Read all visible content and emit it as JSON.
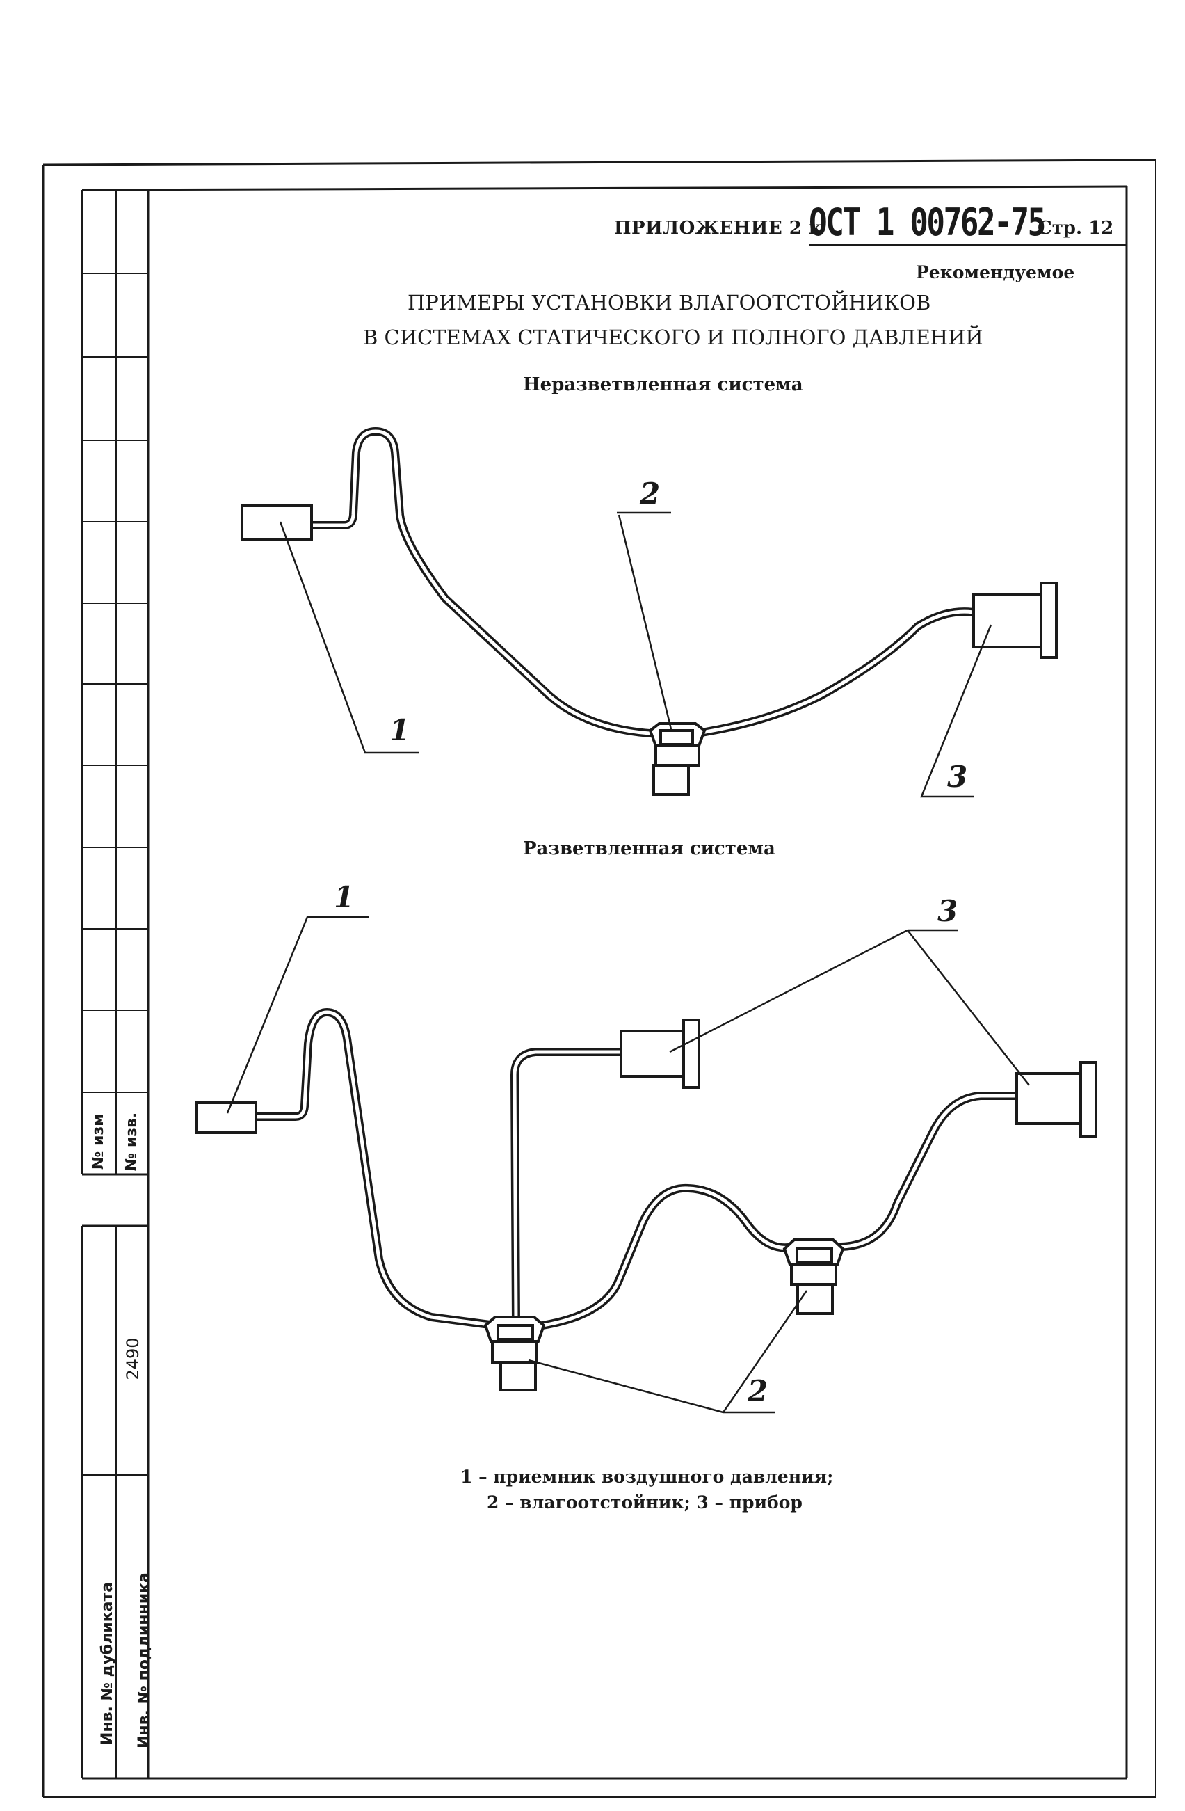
{
  "header": {
    "appendix": "ПРИЛОЖЕНИЕ 2 к",
    "standard": "ОСТ 1 00762-75",
    "page": "Стр. 12",
    "recommended": "Рекомендуемое"
  },
  "title": {
    "line1": "ПРИМЕРЫ УСТАНОВКИ ВЛАГООТСТОЙНИКОВ",
    "line2": "В СИСТЕМАХ СТАТИЧЕСКОГО И ПОЛНОГО ДАВЛЕНИЙ"
  },
  "sections": {
    "unbranched": "Неразветвленная система",
    "branched": "Разветвленная система"
  },
  "callouts": {
    "receiver": "1",
    "settler": "2",
    "device": "3"
  },
  "legend": {
    "line1": "1 – приемник воздушного давления;",
    "line2": "2 – влагоотстойник; 3 – прибор"
  },
  "sidebar": {
    "change_no": "№ изм",
    "notice_no": "№ изв.",
    "number": "2490",
    "dup_inv": "Инв. № дубликата",
    "orig_inv": "Инв. № подлинника"
  },
  "colors": {
    "ink": "#1a1a1a",
    "paper": "#ffffff"
  }
}
